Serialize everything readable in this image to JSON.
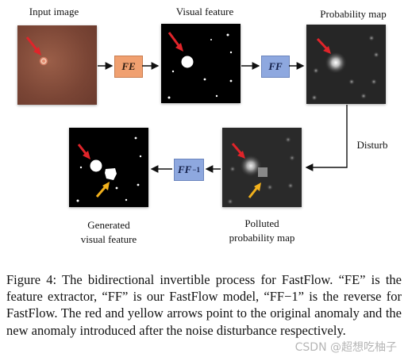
{
  "labels": {
    "input": "Input image",
    "visual": "Visual feature",
    "prob": "Probability map",
    "disturb": "Disturb",
    "polluted_1": "Polluted",
    "polluted_2": "probability map",
    "generated_1": "Generated",
    "generated_2": "visual feature"
  },
  "ops": {
    "fe": "FE",
    "ff": "FF",
    "ff_inv": "FF",
    "ff_inv_sup": "−1"
  },
  "caption": "Figure 4: The bidirectional invertible process for FastFlow. “FE” is the feature extractor, “FF” is our FastFlow model, “FF−1” is the reverse for FastFlow. The red and yellow arrows point to the original anomaly and the new anomaly introduced after the noise disturbance respectively.",
  "watermark": "CSDN @超想吃柚子",
  "colors": {
    "red_arrow": "#e0242a",
    "yellow_arrow": "#f2b11c",
    "fe_box": "#f0a070",
    "ff_box": "#8ea8df"
  }
}
